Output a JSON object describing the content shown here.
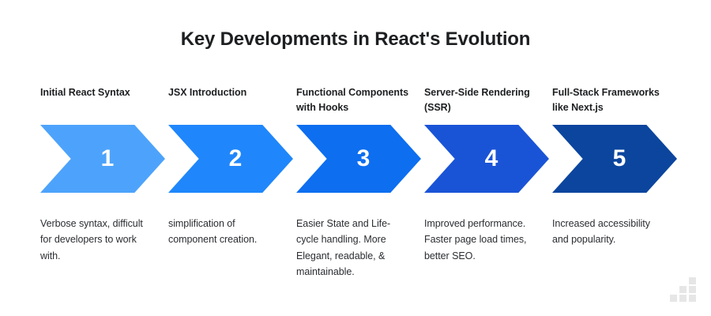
{
  "title": "Key Developments in React's Evolution",
  "background_color": "#ffffff",
  "title_color": "#1d1f21",
  "steps": [
    {
      "number": "1",
      "heading": "Initial React Syntax",
      "description": "Verbose syntax, difficult for developers to work with.",
      "color": "#4da3fb"
    },
    {
      "number": "2",
      "heading": "JSX Introduction",
      "description": "simplification of component creation.",
      "color": "#1f87fb"
    },
    {
      "number": "3",
      "heading": "Functional Components with Hooks",
      "description": "Easier State and Life-cycle handling. More Elegant, readable, & maintainable.",
      "color": "#0d6ef0"
    },
    {
      "number": "4",
      "heading": "Server-Side Rendering (SSR)",
      "description": "Improved performance. Faster page load times, better SEO.",
      "color": "#1a54d6"
    },
    {
      "number": "5",
      "heading": "Full-Stack Frameworks like Next.js",
      "description": "Increased accessibility and popularity.",
      "color": "#0b459e"
    }
  ],
  "logo": {
    "name": "bar-chart-staircase-logo",
    "color": "#e6e6e6"
  }
}
